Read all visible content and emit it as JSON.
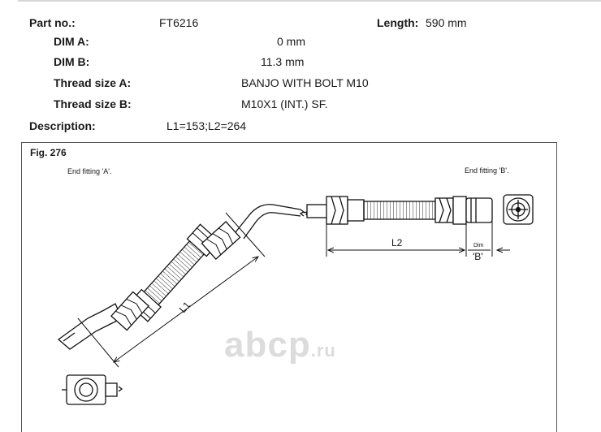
{
  "specs": {
    "part_no": {
      "label": "Part no.:",
      "value": "FT6216"
    },
    "length": {
      "label": "Length:",
      "value": "590 mm"
    },
    "dim_a": {
      "label": "DIM A:",
      "value": "0 mm"
    },
    "dim_b": {
      "label": "DIM B:",
      "value": "11.3 mm"
    },
    "thread_a": {
      "label": "Thread size A:",
      "value": "BANJO WITH BOLT M10"
    },
    "thread_b": {
      "label": "Thread size B:",
      "value": "M10X1 (INT.) SF."
    },
    "description": {
      "label": "Description:",
      "value": "L1=153;L2=264"
    }
  },
  "figure": {
    "title": "Fig. 276",
    "end_fitting_a": "End fitting 'A'.",
    "end_fitting_b": "End fitting 'B'.",
    "dim_l1": "L1",
    "dim_l2": "L2",
    "dim_label": "Dim",
    "dim_b_label": "'B'"
  },
  "watermark": {
    "brand": "abcp",
    "tld": ".ru"
  }
}
